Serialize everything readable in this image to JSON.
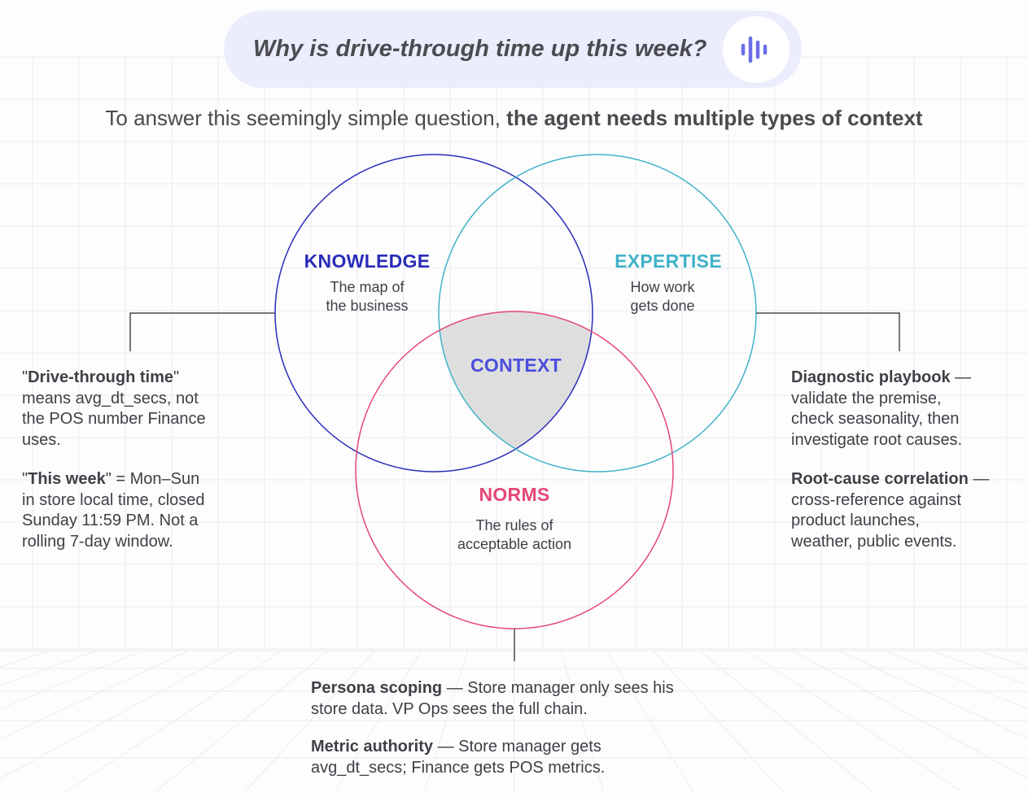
{
  "query": {
    "text": "Why is drive-through time up this week?",
    "voice_icon": "voice-waveform-icon"
  },
  "subtitle": {
    "plain": "To answer this seemingly simple question, ",
    "bold": "the agent needs multiple types of context"
  },
  "circles": {
    "knowledge": {
      "label": "KNOWLEDGE",
      "desc_line1": "The map of",
      "desc_line2": "the business",
      "color": "#2a2cb8"
    },
    "expertise": {
      "label": "EXPERTISE",
      "desc_line1": "How work",
      "desc_line2": "gets done",
      "color": "#3fb2c8"
    },
    "norms": {
      "label": "NORMS",
      "desc_line1": "The rules of",
      "desc_line2": "acceptable action",
      "color": "#e44775"
    },
    "context": {
      "label": "CONTEXT",
      "color": "#4a4ddb",
      "fill": "#dededf"
    }
  },
  "knowledge_notes": {
    "n1": {
      "q1": "\"",
      "bold": "Drive-through time",
      "q2": "\"",
      "l1": "means avg_dt_secs, not",
      "l2": "the POS number Finance",
      "l3": "uses."
    },
    "n2": {
      "q1": "\"",
      "bold": "This week",
      "rest": "\" = Mon–Sun",
      "l1": "in store local time, closed",
      "l2": "Sunday 11:59 PM. Not a",
      "l3": "rolling 7-day window."
    }
  },
  "expertise_notes": {
    "n1": {
      "bold": "Diagnostic playbook",
      "rest": " —",
      "l1": "validate the premise,",
      "l2": "check seasonality, then",
      "l3": "investigate root causes."
    },
    "n2": {
      "bold": "Root-cause correlation",
      "rest": " —",
      "l1": "cross-reference against",
      "l2": "product launches,",
      "l3": "weather, public events."
    }
  },
  "norms_notes": {
    "n1": {
      "bold": "Persona scoping",
      "rest": " — Store manager only sees his",
      "l1": "store data. VP Ops sees the full chain."
    },
    "n2": {
      "bold": "Metric authority",
      "rest": " — Store manager gets",
      "l1": "avg_dt_secs; Finance gets POS metrics."
    }
  }
}
